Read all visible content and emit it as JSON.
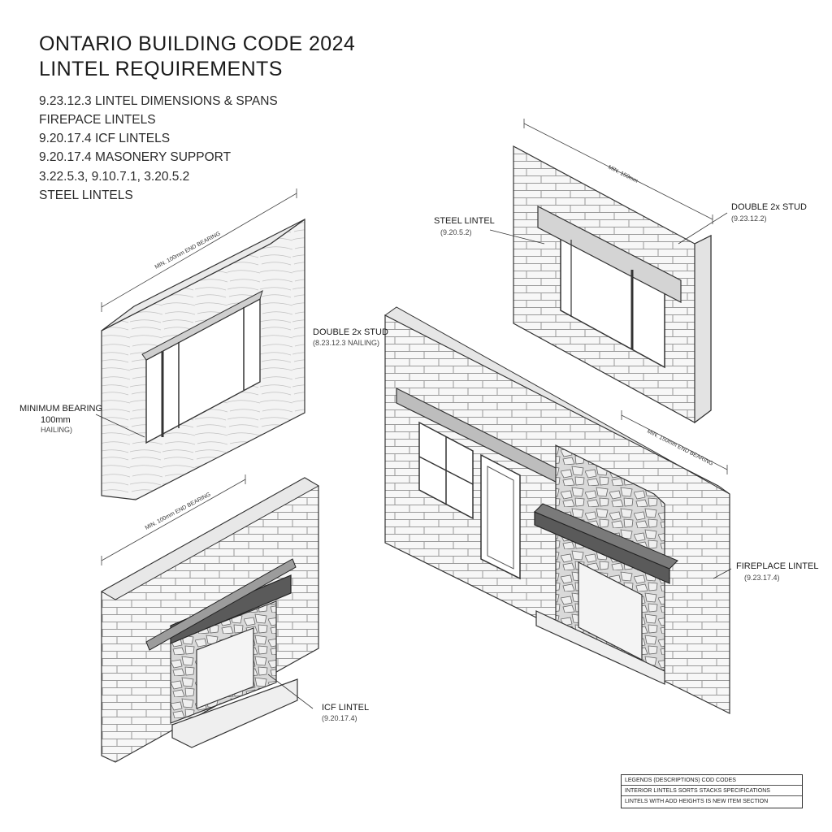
{
  "title": {
    "line1": "ONTARIO BUILDING CODE 2024",
    "line2": "LINTEL REQUIREMENTS"
  },
  "references": [
    "9.23.12.3 LINTEL DIMENSIONS & SPANS",
    "FIREPACE LINTELS",
    "9.20.17.4 ICF LINTELS",
    "9.20.17.4 MASONERY SUPPORT",
    "3.22.5.3, 9.10.7.1, 3.20.5.2",
    "STEEL LINTELS"
  ],
  "callouts": {
    "minimum_bearing": {
      "title": "MINIMUM BEARING",
      "value": "100mm",
      "note": "HAILING)"
    },
    "double_stud_mid": {
      "title": "DOUBLE 2x STUD",
      "ref": "(8.23.12.3 NAILING)"
    },
    "steel_lintel": {
      "title": "STEEL LINTEL",
      "ref": "(9.20.5.2)"
    },
    "double_stud_right": {
      "title": "DOUBLE 2x STUD",
      "ref": "(9.23.12.2)"
    },
    "fireplace_lintel": {
      "title": "FIREPLACE LINTEL",
      "ref": "(9.23.17.4)"
    },
    "icf_lintel": {
      "title": "ICF LINTEL",
      "ref": "(9.20.17.4)"
    }
  },
  "dimensions": {
    "wood_wall": "MIN. 100mm END BEARING",
    "masonry_top": "MIN. 150mm",
    "icf_wall": "MIN. 100mm END BEARING",
    "fireplace_wall": "MIN. 150mm END BEARING"
  },
  "legend": [
    "LEGENDS (DESCRIPTIONS) COD CODES",
    "INTERIOR LINTELS SORTS STACKS SPECIFICATIONS",
    "LINTELS WITH ADD HEIGHTS IS NEW ITEM SECTION"
  ]
}
